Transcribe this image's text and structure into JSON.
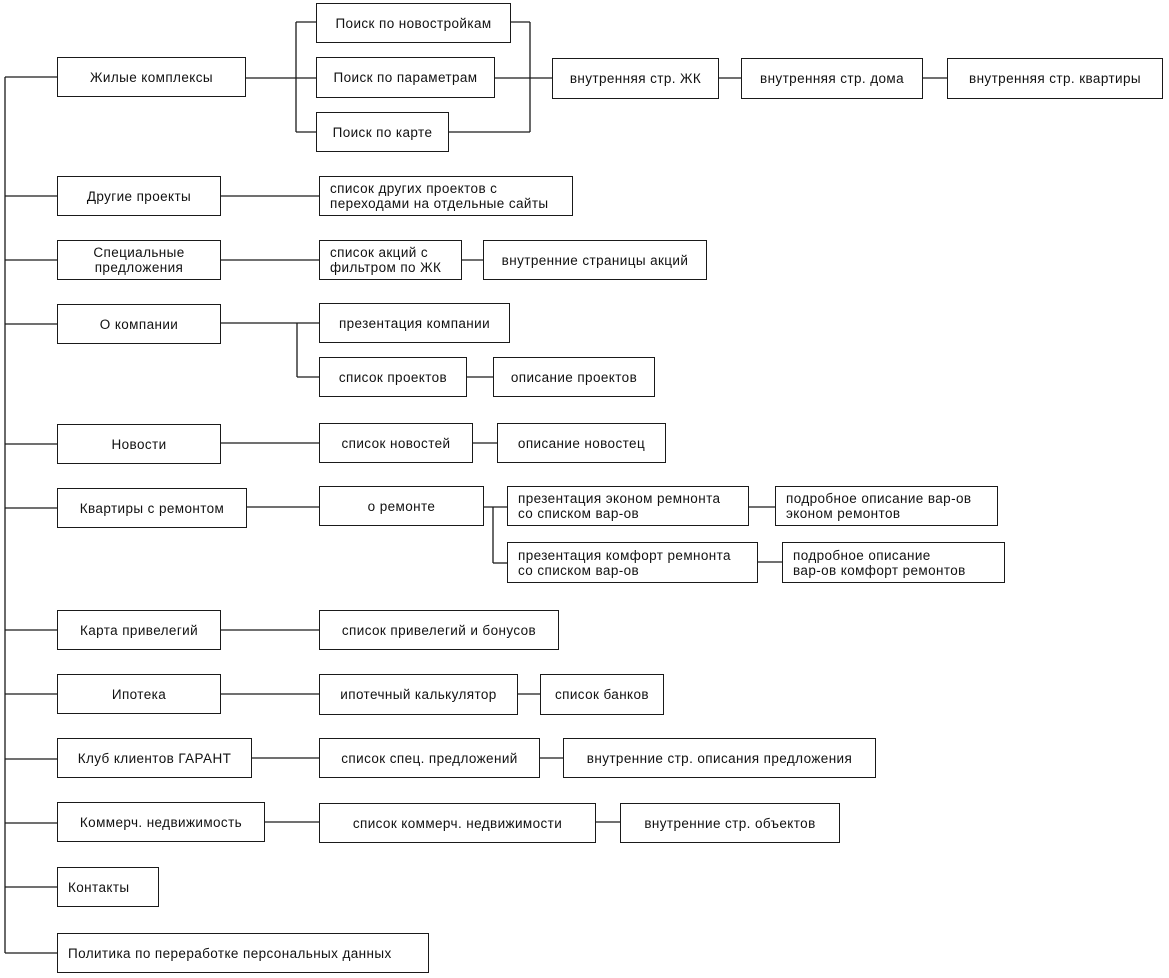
{
  "sitemap": {
    "sections": [
      {
        "label": "Жилые комплексы",
        "search": [
          "Поиск по новостройкам",
          "Поиск по параметрам",
          "Поиск по карте"
        ],
        "chain": [
          "внутренняя стр. ЖК",
          "внутренняя стр. дома",
          "внутренняя стр. квартиры"
        ]
      },
      {
        "label": "Другие проекты",
        "children": [
          "список других проектов с\nпереходами на отдельные сайты"
        ]
      },
      {
        "label": "Специальные\nпредложения",
        "children": [
          "список акций с\nфильтром по ЖК",
          "внутренние страницы акций"
        ]
      },
      {
        "label": "О компании",
        "children": [
          "презентация компании",
          "список проектов",
          "описание проектов"
        ]
      },
      {
        "label": "Новости",
        "children": [
          "список  новостей",
          "описание новостец"
        ]
      },
      {
        "label": "Квартиры с ремонтом",
        "children": [
          "о ремонте",
          "презентация эконом ремнонта\nсо списком вар-ов",
          "подробное описание вар-ов\nэконом ремонтов",
          "презентация комфорт ремнонта\nсо списком вар-ов",
          "подробное описание\nвар-ов комфорт ремонтов"
        ]
      },
      {
        "label": "Карта привелегий",
        "children": [
          "список привелегий и бонусов"
        ]
      },
      {
        "label": "Ипотека",
        "children": [
          "ипотечный калькулятор",
          "список банков"
        ]
      },
      {
        "label": "Клуб клиентов ГАРАНТ",
        "children": [
          "список спец. предложений",
          "внутренние стр. описания предложения"
        ]
      },
      {
        "label": "Коммерч. недвижимость",
        "children": [
          "список коммерч. недвижимости",
          "внутренние стр. объектов"
        ]
      },
      {
        "label": "Контакты"
      },
      {
        "label": "Политика по переработке персональных данных"
      }
    ]
  }
}
